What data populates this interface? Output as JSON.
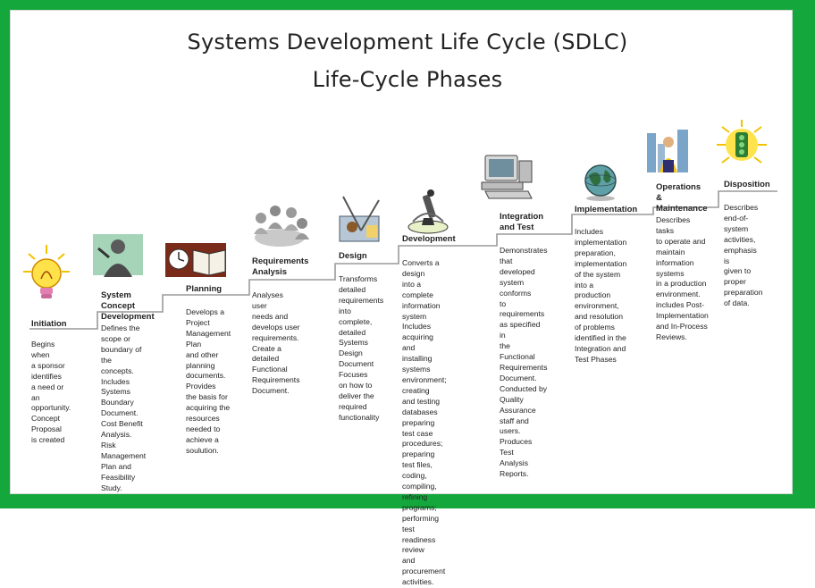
{
  "title": {
    "line1": "Systems Development Life Cycle (SDLC)",
    "line2": "Life-Cycle Phases"
  },
  "colors": {
    "frame": "#14a83c",
    "stair_line": "#9a9a9a"
  },
  "phases": [
    {
      "title": "Initiation",
      "description": "Begins when\na sponsor\nidentifies\na need or an\nopportunity.\nConcept\nProposal\nis created",
      "icon": "lightbulb-icon"
    },
    {
      "title": "System Concept\nDevelopment",
      "description": "Defines the\nscope or\nboundary of\nthe concepts.\nIncludes Systems\nBoundary\nDocument.\nCost Benefit\nAnalysis. Risk\nManagement\nPlan and\nFeasibility Study.",
      "icon": "thinking-person-icon"
    },
    {
      "title": "Planning",
      "description": "Develops a\nProject\nManagement\nPlan\nand other\nplanning\ndocuments.\nProvides\nthe basis for\nacquiring the\nresources\nneeded to\nachieve a\nsoulution.",
      "icon": "clock-book-icon"
    },
    {
      "title": "Requirements\nAnalysis",
      "description": "Analyses user\nneeds and\ndevelops user\nrequirements.\nCreate a detailed\nFunctional\nRequirements\nDocument.",
      "icon": "team-meeting-icon"
    },
    {
      "title": "Design",
      "description": "Transforms\ndetailed\nrequirements\ninto complete,\ndetailed\nSystems\nDesign\nDocument\nFocuses\non how to\ndeliver the\nrequired\nfunctionality",
      "icon": "drafting-icon"
    },
    {
      "title": "Development",
      "description": "Converts a design\ninto a complete\ninformation system\nIncludes acquiring\nand installing systems\nenvironment; creating\nand testing databases\npreparing test case\nprocedures; preparing\ntest files, coding,\ncompiling, refining\nprograms; performing\ntest readiness review\nand procurement\nactivities.",
      "icon": "microscope-icon"
    },
    {
      "title": "Integration\nand Test",
      "description": "Demonstrates\nthat developed\nsystem conforms\nto requirements\nas specified in\nthe Functional\nRequirements\nDocument.\nConducted by\nQuality Assurance\nstaff and users.\nProduces Test\nAnalysis Reports.",
      "icon": "computer-icon"
    },
    {
      "title": "Implementation",
      "description": "Includes\nimplementation\npreparation,\nimplementation\nof the system\ninto a production\nenvironment,\nand resolution\nof problems\nidentified in the\nIntegration and\nTest Phases",
      "icon": "globe-icon"
    },
    {
      "title": "Operations &\nMaintenance",
      "description": "Describes tasks\nto operate and\nmaintain\ninformation\nsystems\nin a production\nenvironment.\nincludes Post-\nImplementation\nand In-Process\nReviews.",
      "icon": "city-worker-icon"
    },
    {
      "title": "Disposition",
      "description": "Describes\nend-of-system\nactivities,\nemphasis is\ngiven to\nproper\npreparation\nof data.",
      "icon": "traffic-light-icon"
    }
  ]
}
